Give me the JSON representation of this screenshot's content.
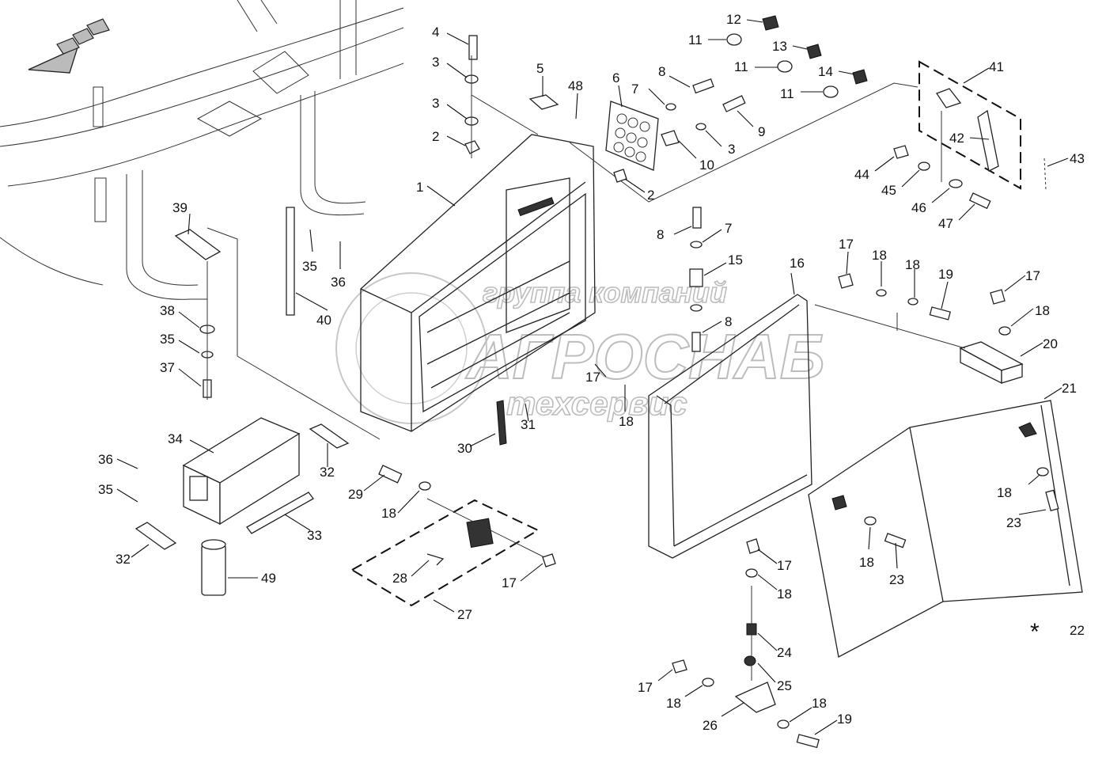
{
  "watermark": {
    "line1": "группа компаний",
    "line2": "АГРОСНАБ",
    "line3": "техсервис"
  },
  "legend_mark": {
    "symbol": "*",
    "number": "22"
  },
  "callouts": [
    {
      "id": "c1",
      "text": "1"
    },
    {
      "id": "c2a",
      "text": "2"
    },
    {
      "id": "c2b",
      "text": "2"
    },
    {
      "id": "c3a",
      "text": "3"
    },
    {
      "id": "c3b",
      "text": "3"
    },
    {
      "id": "c3c",
      "text": "3"
    },
    {
      "id": "c4",
      "text": "4"
    },
    {
      "id": "c5",
      "text": "5"
    },
    {
      "id": "c6",
      "text": "6"
    },
    {
      "id": "c7a",
      "text": "7"
    },
    {
      "id": "c7b",
      "text": "7"
    },
    {
      "id": "c8a",
      "text": "8"
    },
    {
      "id": "c8b",
      "text": "8"
    },
    {
      "id": "c8c",
      "text": "8"
    },
    {
      "id": "c9",
      "text": "9"
    },
    {
      "id": "c10",
      "text": "10"
    },
    {
      "id": "c11a",
      "text": "11"
    },
    {
      "id": "c11b",
      "text": "11"
    },
    {
      "id": "c11c",
      "text": "11"
    },
    {
      "id": "c12",
      "text": "12"
    },
    {
      "id": "c13",
      "text": "13"
    },
    {
      "id": "c14",
      "text": "14"
    },
    {
      "id": "c15",
      "text": "15"
    },
    {
      "id": "c16",
      "text": "16"
    },
    {
      "id": "c17a",
      "text": "17"
    },
    {
      "id": "c17b",
      "text": "17"
    },
    {
      "id": "c17c",
      "text": "17"
    },
    {
      "id": "c17d",
      "text": "17"
    },
    {
      "id": "c17e",
      "text": "17"
    },
    {
      "id": "c17f",
      "text": "17"
    },
    {
      "id": "c18a",
      "text": "18"
    },
    {
      "id": "c18b",
      "text": "18"
    },
    {
      "id": "c18c",
      "text": "18"
    },
    {
      "id": "c18d",
      "text": "18"
    },
    {
      "id": "c18e",
      "text": "18"
    },
    {
      "id": "c18f",
      "text": "18"
    },
    {
      "id": "c18g",
      "text": "18"
    },
    {
      "id": "c18h",
      "text": "18"
    },
    {
      "id": "c18i",
      "text": "18"
    },
    {
      "id": "c18j",
      "text": "18"
    },
    {
      "id": "c19a",
      "text": "19"
    },
    {
      "id": "c19b",
      "text": "19"
    },
    {
      "id": "c20",
      "text": "20"
    },
    {
      "id": "c21",
      "text": "21"
    },
    {
      "id": "c23a",
      "text": "23"
    },
    {
      "id": "c23b",
      "text": "23"
    },
    {
      "id": "c24",
      "text": "24"
    },
    {
      "id": "c25",
      "text": "25"
    },
    {
      "id": "c26",
      "text": "26"
    },
    {
      "id": "c27",
      "text": "27"
    },
    {
      "id": "c28",
      "text": "28"
    },
    {
      "id": "c29",
      "text": "29"
    },
    {
      "id": "c30",
      "text": "30"
    },
    {
      "id": "c31",
      "text": "31"
    },
    {
      "id": "c32a",
      "text": "32"
    },
    {
      "id": "c32b",
      "text": "32"
    },
    {
      "id": "c33",
      "text": "33"
    },
    {
      "id": "c34",
      "text": "34"
    },
    {
      "id": "c35a",
      "text": "35"
    },
    {
      "id": "c35b",
      "text": "35"
    },
    {
      "id": "c35c",
      "text": "35"
    },
    {
      "id": "c36a",
      "text": "36"
    },
    {
      "id": "c36b",
      "text": "36"
    },
    {
      "id": "c37",
      "text": "37"
    },
    {
      "id": "c38",
      "text": "38"
    },
    {
      "id": "c39",
      "text": "39"
    },
    {
      "id": "c40",
      "text": "40"
    },
    {
      "id": "c41",
      "text": "41"
    },
    {
      "id": "c42",
      "text": "42"
    },
    {
      "id": "c43",
      "text": "43"
    },
    {
      "id": "c44",
      "text": "44"
    },
    {
      "id": "c45",
      "text": "45"
    },
    {
      "id": "c46",
      "text": "46"
    },
    {
      "id": "c47",
      "text": "47"
    },
    {
      "id": "c48",
      "text": "48"
    },
    {
      "id": "c49",
      "text": "49"
    }
  ]
}
